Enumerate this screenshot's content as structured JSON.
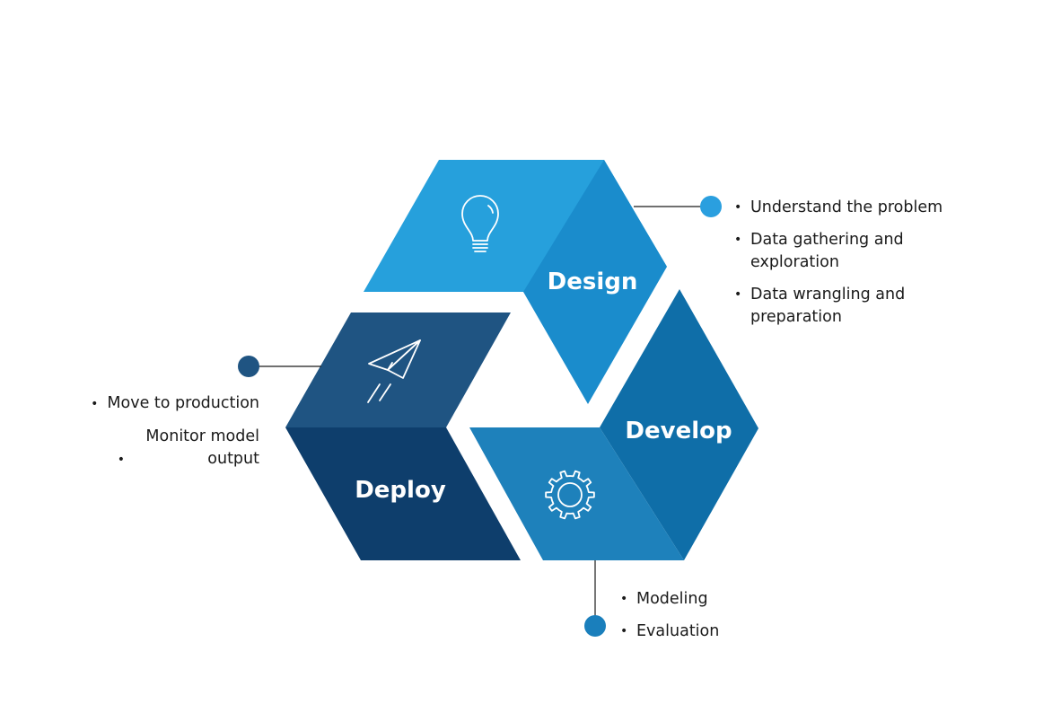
{
  "stages": [
    {
      "id": "design",
      "label": "Design",
      "icon": "lightbulb-icon",
      "colors": {
        "top": "#26a0dc",
        "bottom": "#1a8ccc",
        "dot": "#2a9fdf"
      },
      "bullets": [
        "Understand the problem",
        "Data gathering and exploration",
        "Data wrangling and preparation"
      ]
    },
    {
      "id": "develop",
      "label": "Develop",
      "icon": "gear-icon",
      "colors": {
        "top": "#0f6ea8",
        "bottom": "#1e81bb",
        "dot": "#1a7fbc"
      },
      "bullets": [
        "Modeling",
        "Evaluation"
      ]
    },
    {
      "id": "deploy",
      "label": "Deploy",
      "icon": "paper-plane-icon",
      "colors": {
        "top": "#1f5482",
        "bottom": "#0e3e6c",
        "dot": "#1f5482"
      },
      "bullets": [
        "Move to production",
        "Monitor model output"
      ]
    }
  ],
  "connector_color": "#1a1a1a"
}
